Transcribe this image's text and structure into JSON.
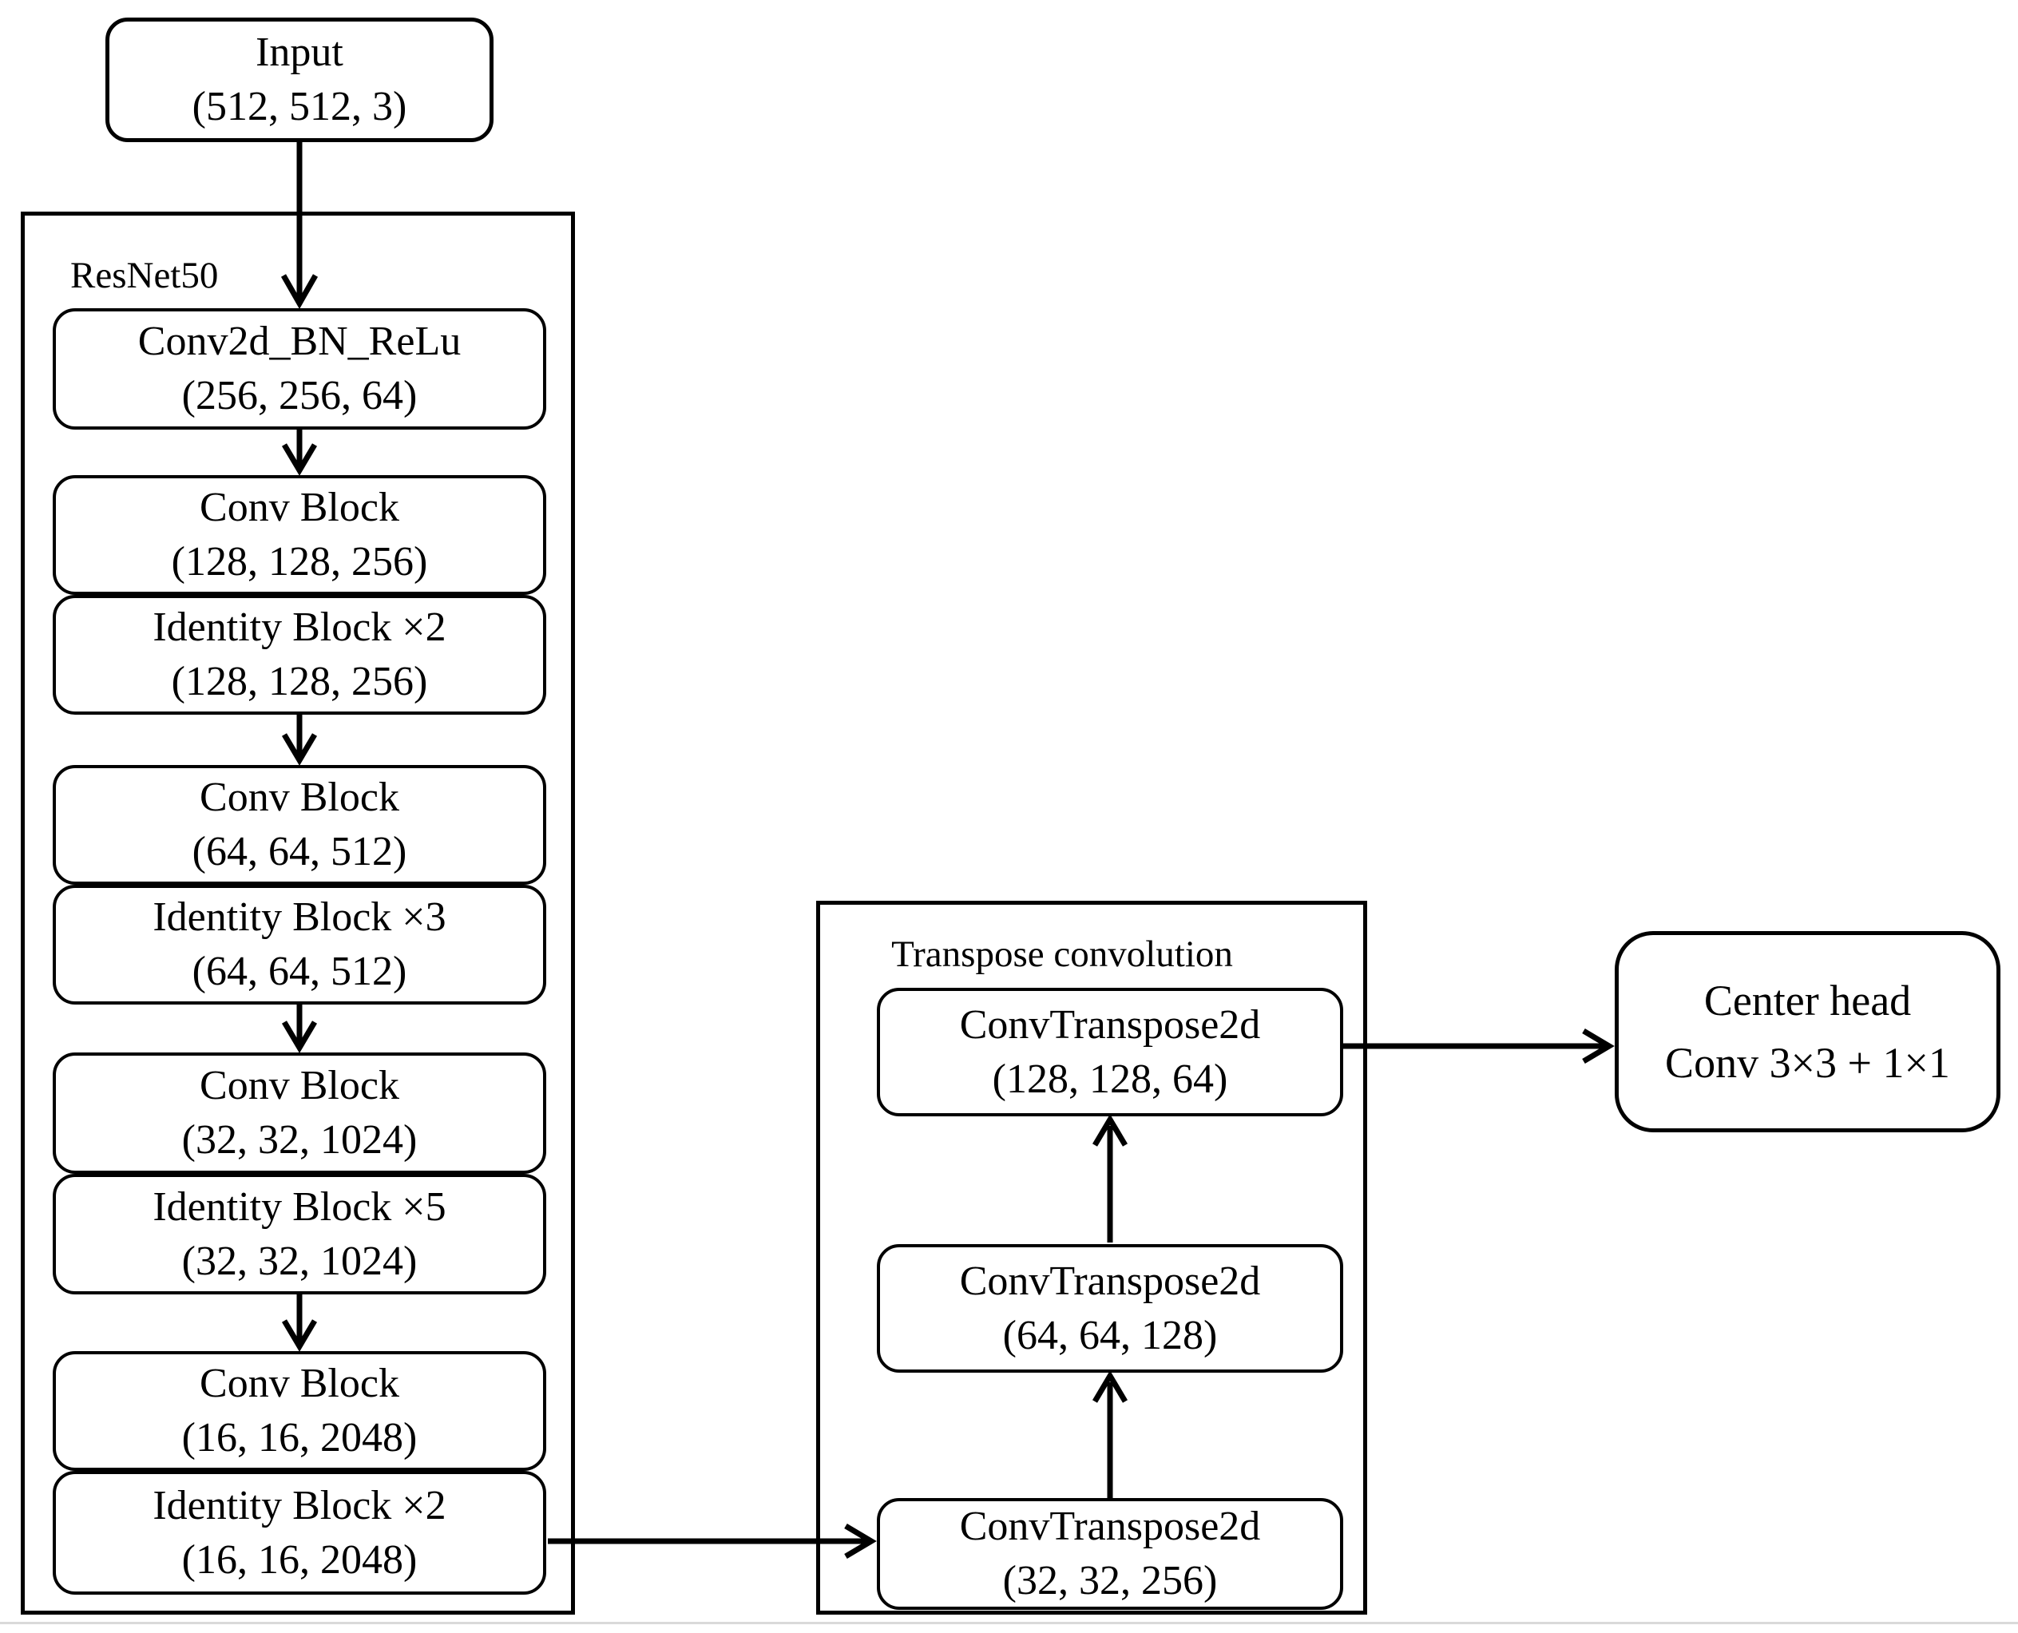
{
  "diagram": {
    "input": {
      "title": "Input",
      "shape": "(512, 512, 3)"
    },
    "resnet": {
      "label": "ResNet50",
      "blocks": [
        {
          "title": "Conv2d_BN_ReLu",
          "shape": "(256, 256, 64)"
        },
        {
          "title": "Conv Block",
          "shape": "(128, 128, 256)"
        },
        {
          "title": "Identity Block ×2",
          "shape": "(128, 128, 256)"
        },
        {
          "title": "Conv Block",
          "shape": "(64, 64, 512)"
        },
        {
          "title": "Identity Block ×3",
          "shape": "(64, 64, 512)"
        },
        {
          "title": "Conv Block",
          "shape": "(32, 32, 1024)"
        },
        {
          "title": "Identity Block ×5",
          "shape": "(32, 32, 1024)"
        },
        {
          "title": "Conv Block",
          "shape": "(16, 16, 2048)"
        },
        {
          "title": "Identity Block ×2",
          "shape": "(16, 16, 2048)"
        }
      ]
    },
    "transpose": {
      "label": "Transpose convolution",
      "blocks": [
        {
          "title": "ConvTranspose2d",
          "shape": "(128, 128, 64)"
        },
        {
          "title": "ConvTranspose2d",
          "shape": "(64, 64, 128)"
        },
        {
          "title": "ConvTranspose2d",
          "shape": "(32, 32, 256)"
        }
      ]
    },
    "center_head": {
      "title": "Center head",
      "subtitle": "Conv 3×3 + 1×1"
    },
    "colors": {
      "stroke": "#000000",
      "background": "#ffffff",
      "page_edge": "#d9d9d9"
    }
  }
}
